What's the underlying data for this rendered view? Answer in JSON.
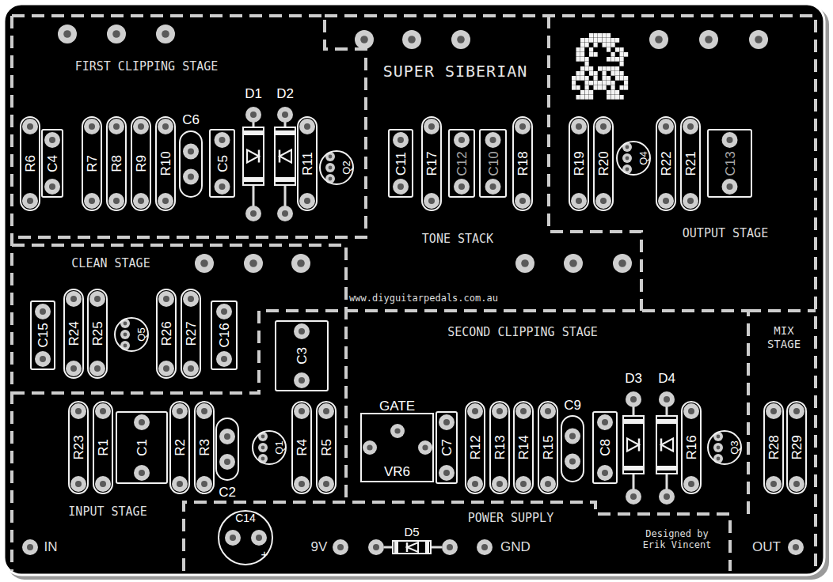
{
  "diagram": {
    "title": "SUPER SIBERIAN",
    "nodes": [
      {
        "text": [
          "R6"
        ]
      },
      {
        "text": [
          "C4"
        ]
      },
      {
        "text": [
          "R7"
        ]
      },
      {
        "text": [
          "R8"
        ]
      },
      {
        "text": [
          "R9"
        ]
      },
      {
        "text": [
          "R10"
        ]
      },
      {
        "text": [
          "C6"
        ]
      },
      {
        "text": [
          "C5"
        ]
      },
      {
        "text": [
          "D1"
        ]
      },
      {
        "text": [
          "D2"
        ]
      },
      {
        "text": [
          "R11"
        ]
      },
      {
        "text": [
          "Q2"
        ]
      },
      {
        "text": [
          "C11"
        ]
      },
      {
        "text": [
          "R17"
        ]
      },
      {
        "text": [
          "C12"
        ]
      },
      {
        "text": [
          "C10"
        ]
      },
      {
        "text": [
          "R18"
        ]
      },
      {
        "text": [
          "R19"
        ]
      },
      {
        "text": [
          "R20"
        ]
      },
      {
        "text": [
          "Q4"
        ]
      },
      {
        "text": [
          "R22"
        ]
      },
      {
        "text": [
          "R21"
        ]
      },
      {
        "text": [
          "C13"
        ]
      },
      {
        "text": [
          "C15"
        ]
      },
      {
        "text": [
          "R24"
        ]
      },
      {
        "text": [
          "R25"
        ]
      },
      {
        "text": [
          "Q5"
        ]
      },
      {
        "text": [
          "R26"
        ]
      },
      {
        "text": [
          "R27"
        ]
      },
      {
        "text": [
          "C16"
        ]
      },
      {
        "text": [
          "C3"
        ]
      },
      {
        "text": [
          "R23"
        ]
      },
      {
        "text": [
          "R1"
        ]
      },
      {
        "text": [
          "C1"
        ]
      },
      {
        "text": [
          "R2"
        ]
      },
      {
        "text": [
          "R3"
        ]
      },
      {
        "text": [
          "C2"
        ]
      },
      {
        "text": [
          "Q1"
        ]
      },
      {
        "text": [
          "R4"
        ]
      },
      {
        "text": [
          "R5"
        ]
      },
      {
        "text": [
          "GATE",
          "VR6"
        ]
      },
      {
        "text": [
          "C7"
        ]
      },
      {
        "text": [
          "R12"
        ]
      },
      {
        "text": [
          "R13"
        ]
      },
      {
        "text": [
          "R14"
        ]
      },
      {
        "text": [
          "R15"
        ]
      },
      {
        "text": [
          "C9"
        ]
      },
      {
        "text": [
          "C8"
        ]
      },
      {
        "text": [
          "D3"
        ]
      },
      {
        "text": [
          "D4"
        ]
      },
      {
        "text": [
          "R16"
        ]
      },
      {
        "text": [
          "Q3"
        ]
      },
      {
        "text": [
          "R28"
        ]
      },
      {
        "text": [
          "R29"
        ]
      },
      {
        "text": [
          "C14",
          "+"
        ]
      },
      {
        "text": [
          "D5"
        ]
      }
    ],
    "labels": [
      "FIRST CLIPPING STAGE",
      "CLEAN STAGE",
      "TONE STACK",
      "OUTPUT STAGE",
      "www.diyguitarpedals.com.au",
      "SECOND CLIPPING STAGE",
      "MIX STAGE",
      "INPUT STAGE",
      "POWER SUPPLY",
      "IN",
      "9V",
      "GND",
      "Designed by Erik Vincent",
      "OUT"
    ]
  }
}
